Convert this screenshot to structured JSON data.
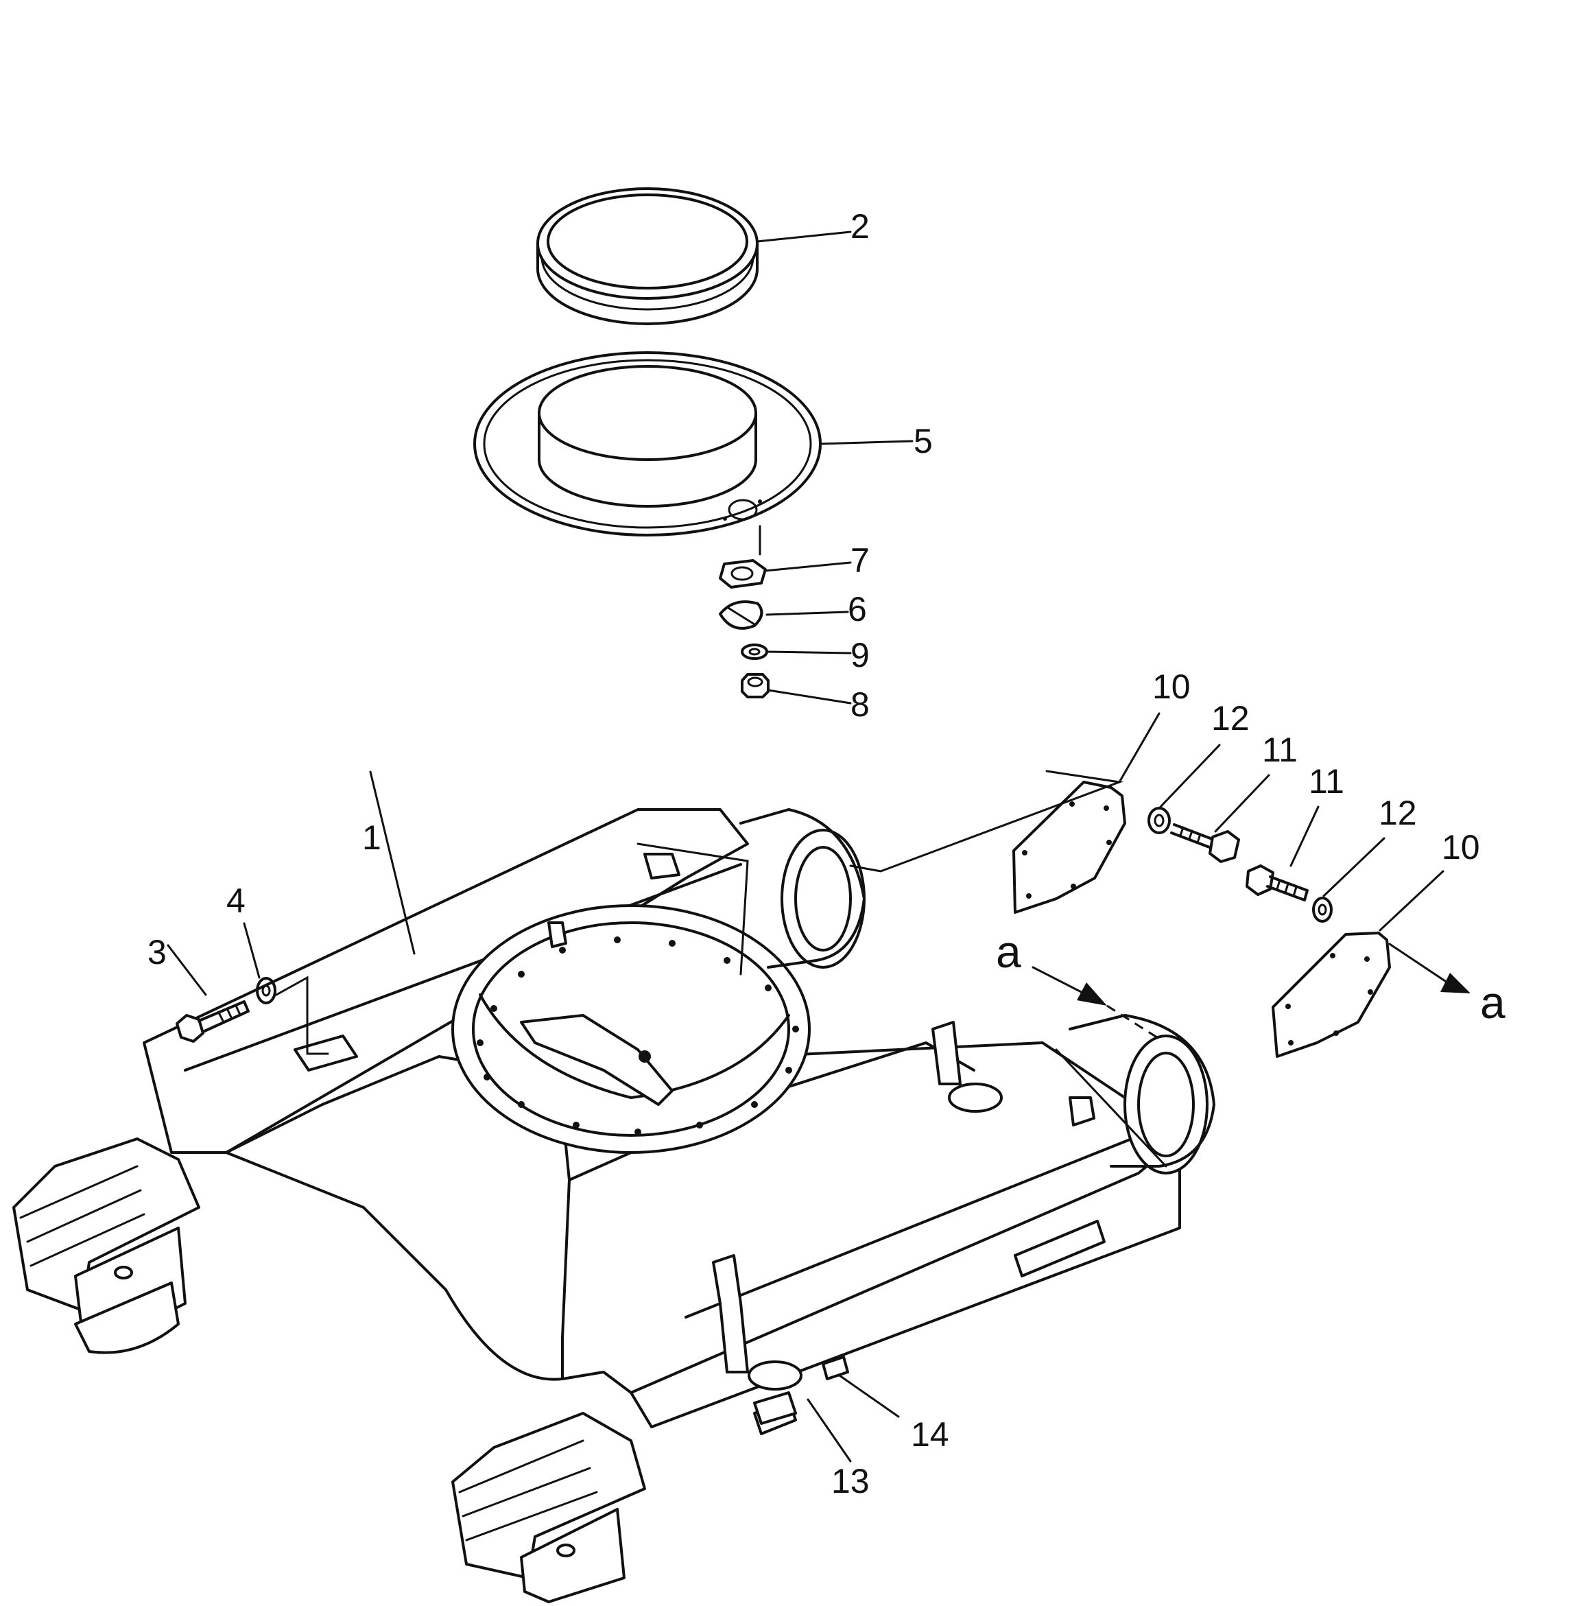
{
  "callouts": {
    "c1": "1",
    "c2": "2",
    "c3": "3",
    "c4": "4",
    "c5": "5",
    "c6": "6",
    "c7": "7",
    "c8": "8",
    "c9": "9",
    "c10a": "10",
    "c10b": "10",
    "c11a": "11",
    "c11b": "11",
    "c12a": "12",
    "c12b": "12",
    "c13": "13",
    "c14": "14"
  },
  "view_markers": {
    "left": "a",
    "right": "a"
  }
}
